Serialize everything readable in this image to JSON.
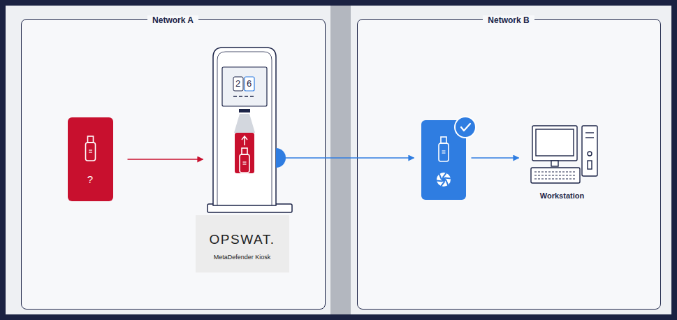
{
  "diagram": {
    "nodes": [
      {
        "text": [
          "Network A"
        ]
      },
      {
        "text": [
          "?"
        ],
        "in": 0
      },
      {
        "text": [
          "2",
          "6"
        ],
        "in": 0
      },
      {
        "text": [
          "OPSWAT.",
          "MetaDefender Kiosk"
        ],
        "in": 0
      },
      {
        "text": [
          "Network B"
        ]
      },
      {
        "text": [],
        "in": 4
      },
      {
        "text": [
          "Workstation"
        ],
        "in": 4
      }
    ],
    "edges": [
      {
        "from": 1,
        "to": 2,
        "arrow": "to"
      },
      {
        "from": 2,
        "to": 5,
        "arrow": "to"
      },
      {
        "from": 5,
        "to": 6,
        "arrow": "to"
      }
    ]
  }
}
